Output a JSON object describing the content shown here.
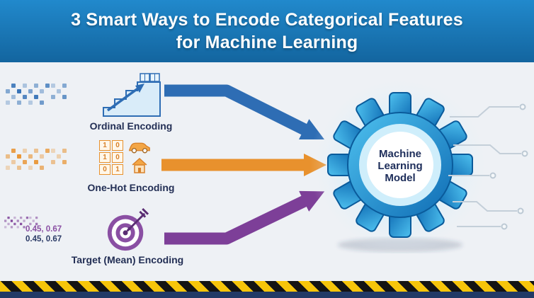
{
  "header": {
    "line1": "3 Smart Ways to Encode Categorical Features",
    "line2": "for Machine Learning"
  },
  "rows": [
    {
      "label": "Ordinal Encoding"
    },
    {
      "label": "One-Hot Encoding"
    },
    {
      "label": "Target (Mean) Encoding",
      "values": [
        "0.45, 0.67",
        "0.45, 0.67"
      ]
    }
  ],
  "onehot": {
    "cells": [
      "1",
      "0",
      "1",
      "0",
      "0",
      "1"
    ]
  },
  "gear": {
    "line1": "Machine",
    "line2": "Learning",
    "line3": "Model"
  },
  "colors": {
    "blue": "#2e6db4",
    "orange": "#e8912d",
    "purple": "#7d3f98"
  }
}
